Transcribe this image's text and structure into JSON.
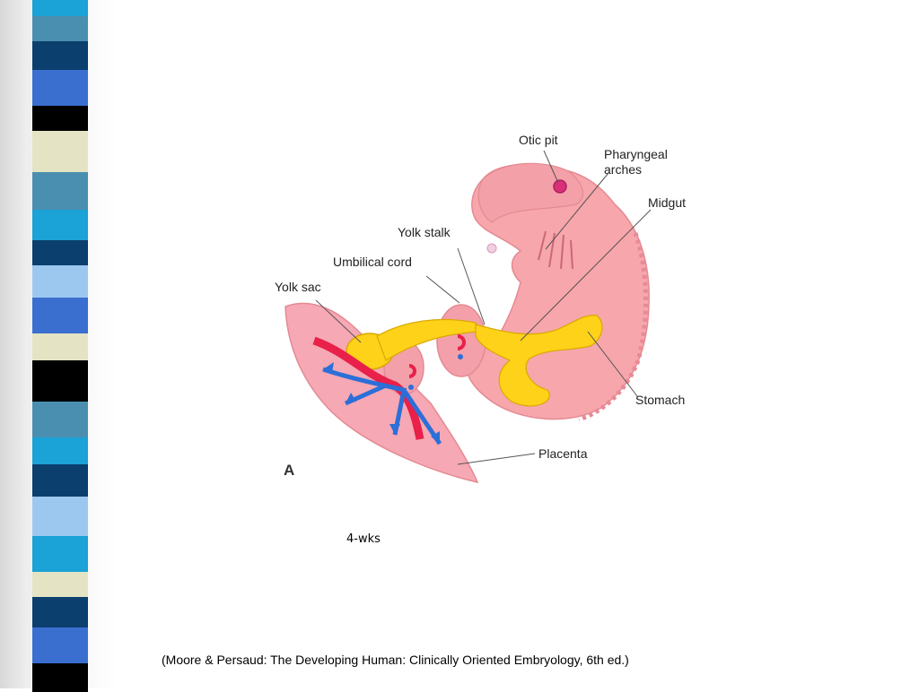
{
  "diagram": {
    "figure_letter": "A",
    "labels": {
      "otic_pit": "Otic pit",
      "pharyngeal_arches": "Pharyngeal\narches",
      "midgut": "Midgut",
      "yolk_stalk": "Yolk stalk",
      "umbilical_cord": "Umbilical cord",
      "yolk_sac": "Yolk sac",
      "stomach": "Stomach",
      "placenta": "Placenta"
    }
  },
  "caption": {
    "age": "4-wks"
  },
  "citation": "(Moore & Persaud: The Developing Human: Clinically Oriented Embryology, 6th ed.)",
  "colors": {
    "embryo_pink": "#f7a6ac",
    "embryo_outline": "#e48a92",
    "yolk": "#ffd21a",
    "artery_red": "#e8204a",
    "vein_blue": "#2c6fd8",
    "stripes": [
      "#1ba2d6",
      "#4b8fb0",
      "#0b3f6e",
      "#3a6fd0",
      "#000000",
      "#e4e4c4",
      "#4b8fb0",
      "#1ba2d6",
      "#0b3f6e",
      "#9cc8f0",
      "#3a6fd0",
      "#e4e4c4",
      "#000000",
      "#4b8fb0",
      "#1ba2d6",
      "#0b3f6e",
      "#9cc8f0",
      "#1ba2d6",
      "#e4e4c4",
      "#0b3f6e",
      "#3a6fd0",
      "#000000"
    ]
  }
}
